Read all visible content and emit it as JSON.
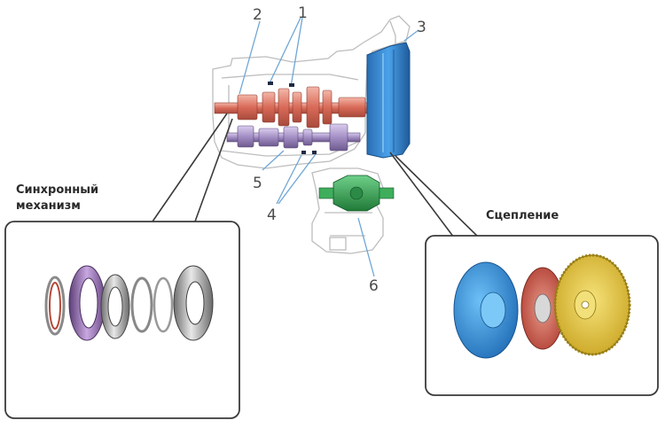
{
  "callouts": {
    "c1": "1",
    "c2": "2",
    "c3": "3",
    "c4": "4",
    "c5": "5",
    "c6": "6"
  },
  "captions": {
    "synchro_line1": "Синхронный",
    "synchro_line2": "механизм",
    "clutch": "Сцепление"
  },
  "colors": {
    "input_shaft": "#e07a6a",
    "output_shaft": "#a48fc4",
    "clutch_housing": "#3d8fd8",
    "differential": "#2e9a48",
    "friction_disc": "#c0483c",
    "flywheel": "#e2c23a",
    "synchro_ring": "#9a6fb0",
    "outline": "#b8b8b8"
  }
}
